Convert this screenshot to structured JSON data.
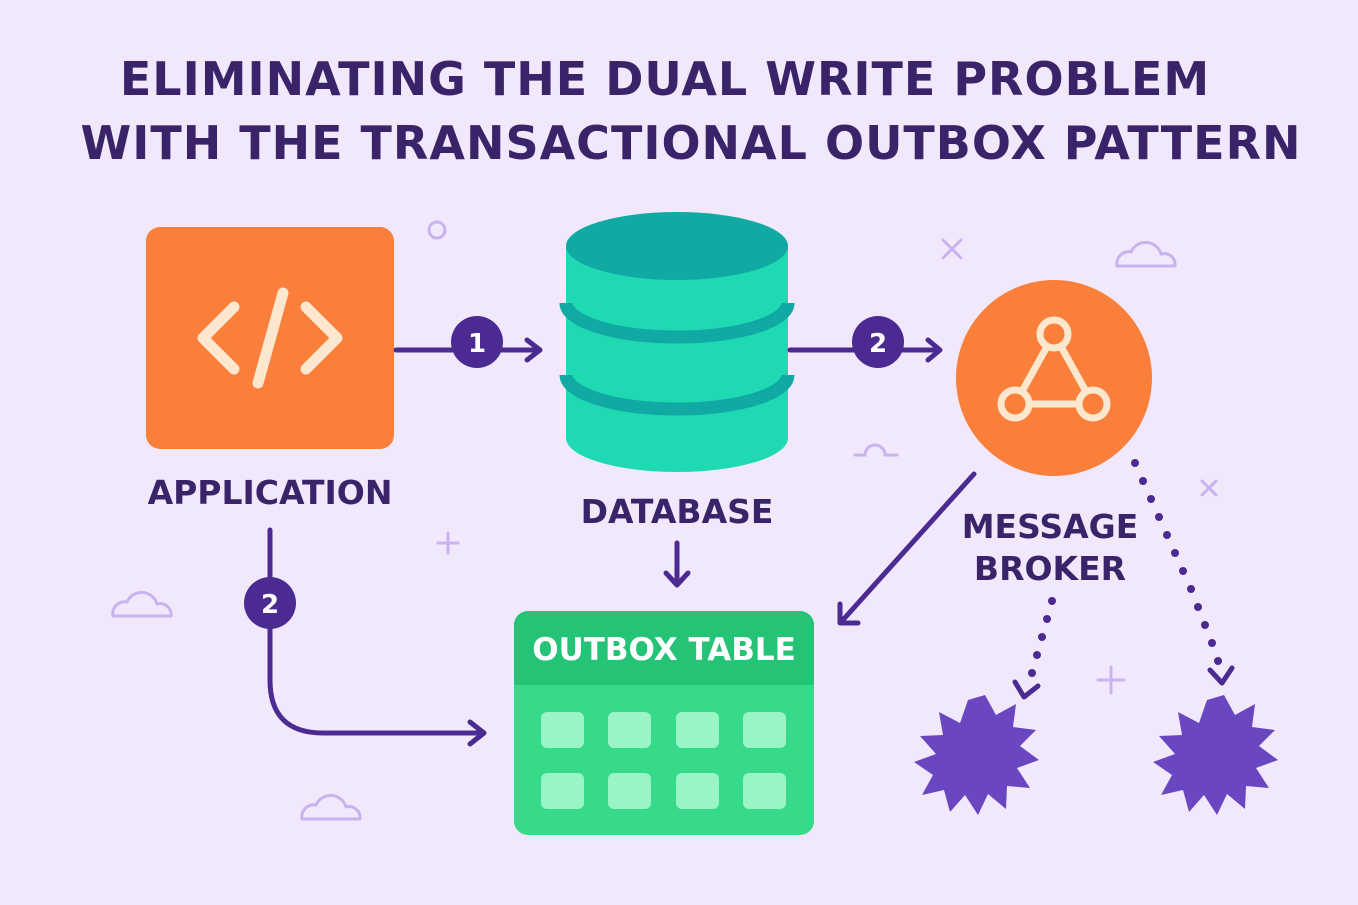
{
  "title": {
    "line1": "ELIMINATING THE DUAL WRITE PROBLEM",
    "line2": "WITH THE TRANSACTIONAL OUTBOX PATTERN"
  },
  "nodes": {
    "application": {
      "label": "APPLICATION",
      "icon": "code-brackets-icon",
      "color": "#f97f3a"
    },
    "database": {
      "label": "DATABASE",
      "icon": "database-cylinder-icon",
      "color": "#1fd9b3"
    },
    "message_broker": {
      "label_line1": "MESSAGE",
      "label_line2": "BROKER",
      "icon": "network-triangle-icon",
      "color": "#f97f3a"
    },
    "outbox_table": {
      "label": "OUTBOX TABLE",
      "color": "#37d98a"
    }
  },
  "steps": {
    "app_to_db": "1",
    "db_to_broker": "2",
    "app_to_outbox": "2"
  },
  "colors": {
    "background": "#f1e9fb",
    "text": "#3a2369",
    "arrow": "#4b2a91",
    "consumer": "#6b46c1"
  }
}
